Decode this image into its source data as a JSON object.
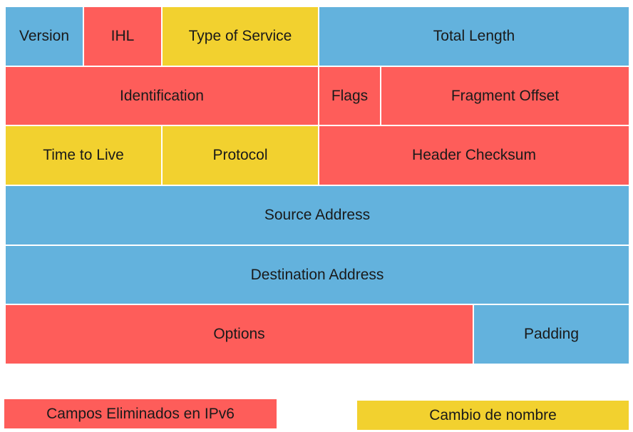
{
  "colors": {
    "removed_in_ipv6": "#fe5d5a",
    "unchanged": "#63b2dd",
    "renamed": "#f2d12f"
  },
  "header": {
    "row1": {
      "version": "Version",
      "ihl": "IHL",
      "type_of_service": "Type of Service",
      "total_length": "Total Length"
    },
    "row2": {
      "identification": "Identification",
      "flags": "Flags",
      "fragment_offset": "Fragment Offset"
    },
    "row3": {
      "time_to_live": "Time to Live",
      "protocol": "Protocol",
      "header_checksum": "Header Checksum"
    },
    "row4": {
      "source_address": "Source Address"
    },
    "row5": {
      "destination_address": "Destination Address"
    },
    "row6": {
      "options": "Options",
      "padding": "Padding"
    }
  },
  "legend": {
    "removed": "Campos Eliminados en IPv6",
    "renamed": "Cambio de nombre"
  }
}
